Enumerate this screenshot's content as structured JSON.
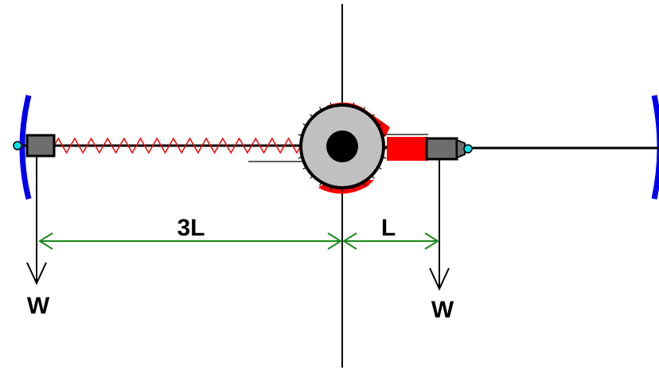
{
  "labels": {
    "left_distance": "3L",
    "right_distance": "L",
    "left_weight": "W",
    "right_weight": "W"
  },
  "colors": {
    "background": "#ffffff",
    "axis_line": "#000000",
    "rod": "#000000",
    "spring": "#ff0000",
    "weight_block": "#6e6e6e",
    "hub": "#c0c0c0",
    "hub_center": "#000000",
    "hub_accent": "#ff0000",
    "dimension_arrow": "#1a8a1a",
    "end_stop": "#0000ee",
    "pin": "#00e5ee"
  },
  "icons": {
    "left_end_stop": "curved-bracket",
    "right_end_stop": "curved-bracket",
    "weight_arrow": "down-arrow",
    "dimension_arrow": "double-headed-arrow"
  }
}
